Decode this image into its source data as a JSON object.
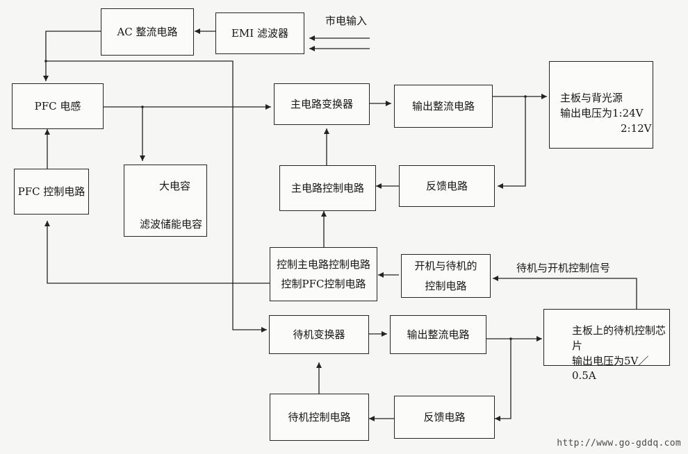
{
  "diagram": {
    "ac_rectifier": "AC 整流电路",
    "emi_filter": "EMI 滤波器",
    "mains_input": "市电输入",
    "pfc_inductor": "PFC 电感",
    "main_converter": "主电路变换器",
    "output_rectifier_top": "输出整流电路",
    "mainboard_backlight": {
      "title": "主板与背光源",
      "voltage_line1": "输出电压为1:24V",
      "voltage_line2": "2:12V"
    },
    "pfc_control": "PFC 控制电路",
    "large_capacitor": {
      "label": "大电容",
      "description": "滤波储能电容"
    },
    "main_control": "主电路控制电路",
    "feedback_top": "反馈电路",
    "controller_box": {
      "line1": "控制主电路控制电路",
      "line2": "控制PFC控制电路"
    },
    "power_onoff_control": {
      "line1": "开机与待机的",
      "line2": "控制电路"
    },
    "standby_signal": "待机与开机控制信号",
    "standby_converter": "待机变换器",
    "output_rectifier_bottom": "输出整流电路",
    "standby_chip": {
      "title": "主板上的待机控制芯片",
      "voltage": "输出电压为5V／0.5A"
    },
    "standby_control": "待机控制电路",
    "feedback_bottom": "反馈电路",
    "source_url": "http://www.go-gddq.com"
  },
  "colors": {
    "line": "#232323",
    "background": "#f6f6f4"
  }
}
